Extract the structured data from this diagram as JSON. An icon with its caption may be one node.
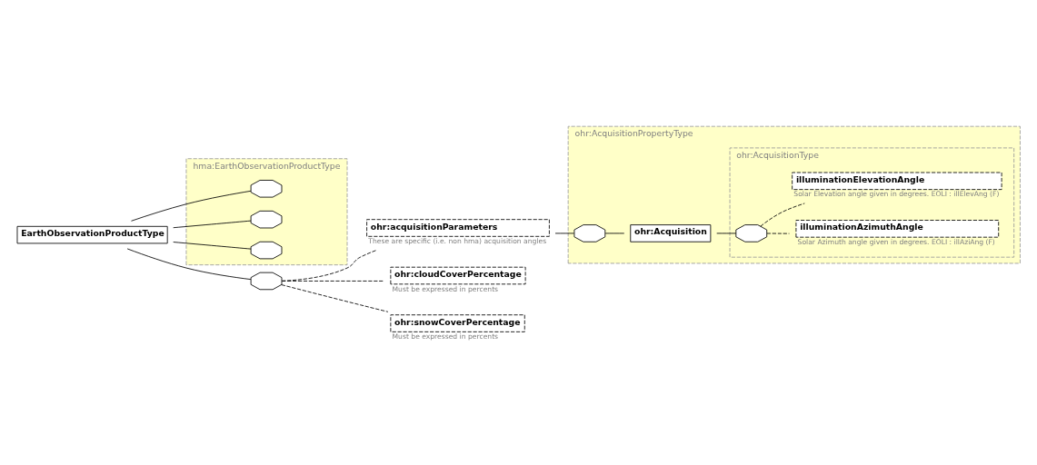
{
  "diagram": {
    "nodes": [
      {
        "text": [
          "EarthObservationProductType"
        ]
      },
      {
        "text": [
          "hma:EarthObservationProductType"
        ]
      },
      {
        "text": [],
        "shape": "octagon",
        "in": 1
      },
      {
        "text": [],
        "shape": "octagon",
        "in": 1
      },
      {
        "text": [],
        "shape": "octagon",
        "in": 1
      },
      {
        "text": [],
        "shape": "octagon"
      },
      {
        "text": [
          "ohr:acquisitionParameters"
        ],
        "beside": [
          "These are specific (i.e. non hma) acquisition angles"
        ]
      },
      {
        "text": [
          "ohr:AcquisitionPropertyType"
        ]
      },
      {
        "text": [],
        "shape": "octagon",
        "in": 7
      },
      {
        "text": [
          "ohr:Acquisition"
        ],
        "in": 7
      },
      {
        "text": [
          "ohr:AcquisitionType"
        ],
        "in": 7
      },
      {
        "text": [],
        "shape": "octagon",
        "in": 10
      },
      {
        "text": [
          "illuminationAzimuthAngle"
        ],
        "in": 10,
        "beside": [
          "Solar Azimuth angle given in degrees. EOLI : illAziAng (F)"
        ]
      },
      {
        "text": [
          "illuminationElevationAngle"
        ],
        "in": 10,
        "beside": [
          "Solar Elevation angle given in degrees. EOLI : illElevAng (F)"
        ]
      },
      {
        "text": [
          "ohr:cloudCoverPercentage"
        ],
        "beside": [
          "Must be expressed in percents"
        ]
      },
      {
        "text": [
          "ohr:snowCoverPercentage"
        ],
        "beside": [
          "Must be expressed in percents"
        ]
      }
    ],
    "edges": [
      {
        "from": 0,
        "to": 2,
        "arrow": "none"
      },
      {
        "from": 0,
        "to": 3,
        "arrow": "none"
      },
      {
        "from": 0,
        "to": 4,
        "arrow": "none"
      },
      {
        "from": 0,
        "to": 5,
        "arrow": "none"
      },
      {
        "from": 5,
        "to": 6,
        "arrow": "none",
        "style": "dashed"
      },
      {
        "from": 5,
        "to": 14,
        "arrow": "none",
        "style": "dashed"
      },
      {
        "from": 5,
        "to": 15,
        "arrow": "none",
        "style": "dashed"
      },
      {
        "from": 6,
        "to": 8,
        "arrow": "none"
      },
      {
        "from": 8,
        "to": 9,
        "arrow": "none"
      },
      {
        "from": 9,
        "to": 11,
        "arrow": "none"
      },
      {
        "from": 11,
        "to": 12,
        "arrow": "none",
        "style": "dashed"
      },
      {
        "from": 11,
        "to": 13,
        "arrow": "none",
        "style": "dashed"
      }
    ]
  }
}
